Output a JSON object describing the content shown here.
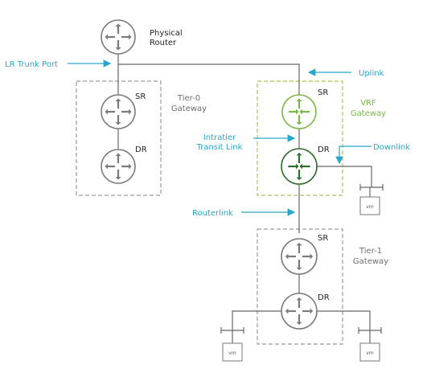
{
  "physical_router": {
    "label_line1": "Physical",
    "label_line2": "Router"
  },
  "tier0": {
    "title_line1": "Tier-0",
    "title_line2": "Gateway",
    "sr_label": "SR",
    "dr_label": "DR"
  },
  "vrf": {
    "title_line1": "VRF",
    "title_line2": "Gateway",
    "sr_label": "SR",
    "dr_label": "DR"
  },
  "tier1": {
    "title_line1": "Tier-1",
    "title_line2": "Gateway",
    "sr_label": "SR",
    "dr_label": "DR"
  },
  "callouts": {
    "lr_trunk_port": "LR Trunk Port",
    "uplink": "Uplink",
    "intratier_line1": "Intratier",
    "intratier_line2": "Transit Link",
    "downlink": "Downlink",
    "routerlink": "Routerlink"
  },
  "vm_label": "vm",
  "colors": {
    "callout": "#2aa6c9",
    "router_gray": "#7a7a7a",
    "vrf_sr_green": "#7ab648",
    "vrf_dr_green": "#2e6b2e",
    "box_border": "#9a9a9a",
    "vrf_box_border": "#a9c25a"
  }
}
